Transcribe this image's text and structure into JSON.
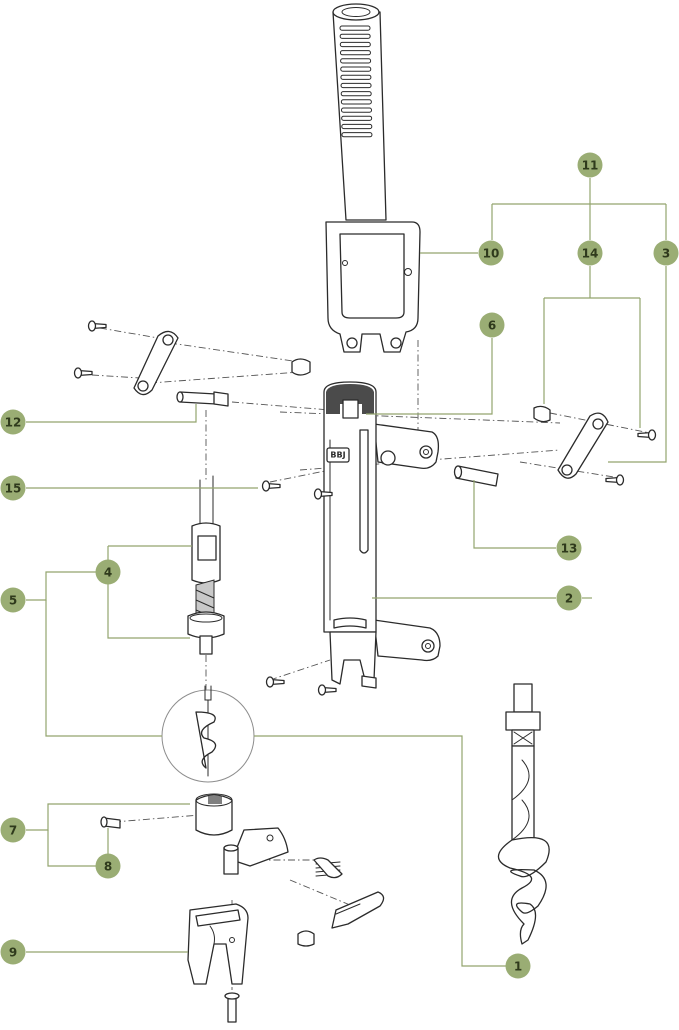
{
  "colors": {
    "callout_fill": "#9aad74",
    "callout_text": "#2f3a1c",
    "leader_line": "#93a56e",
    "drawing_line": "#2b2b2b"
  },
  "callouts": [
    {
      "key": "c1",
      "label": "1"
    },
    {
      "key": "c2",
      "label": "2"
    },
    {
      "key": "c3",
      "label": "3"
    },
    {
      "key": "c4",
      "label": "4"
    },
    {
      "key": "c5",
      "label": "5"
    },
    {
      "key": "c6",
      "label": "6"
    },
    {
      "key": "c7",
      "label": "7"
    },
    {
      "key": "c8",
      "label": "8"
    },
    {
      "key": "c9",
      "label": "9"
    },
    {
      "key": "c10",
      "label": "10"
    },
    {
      "key": "c11",
      "label": "11"
    },
    {
      "key": "c12",
      "label": "12"
    },
    {
      "key": "c13",
      "label": "13"
    },
    {
      "key": "c14",
      "label": "14"
    },
    {
      "key": "c15",
      "label": "15"
    }
  ],
  "stamp_text": "BBJ"
}
